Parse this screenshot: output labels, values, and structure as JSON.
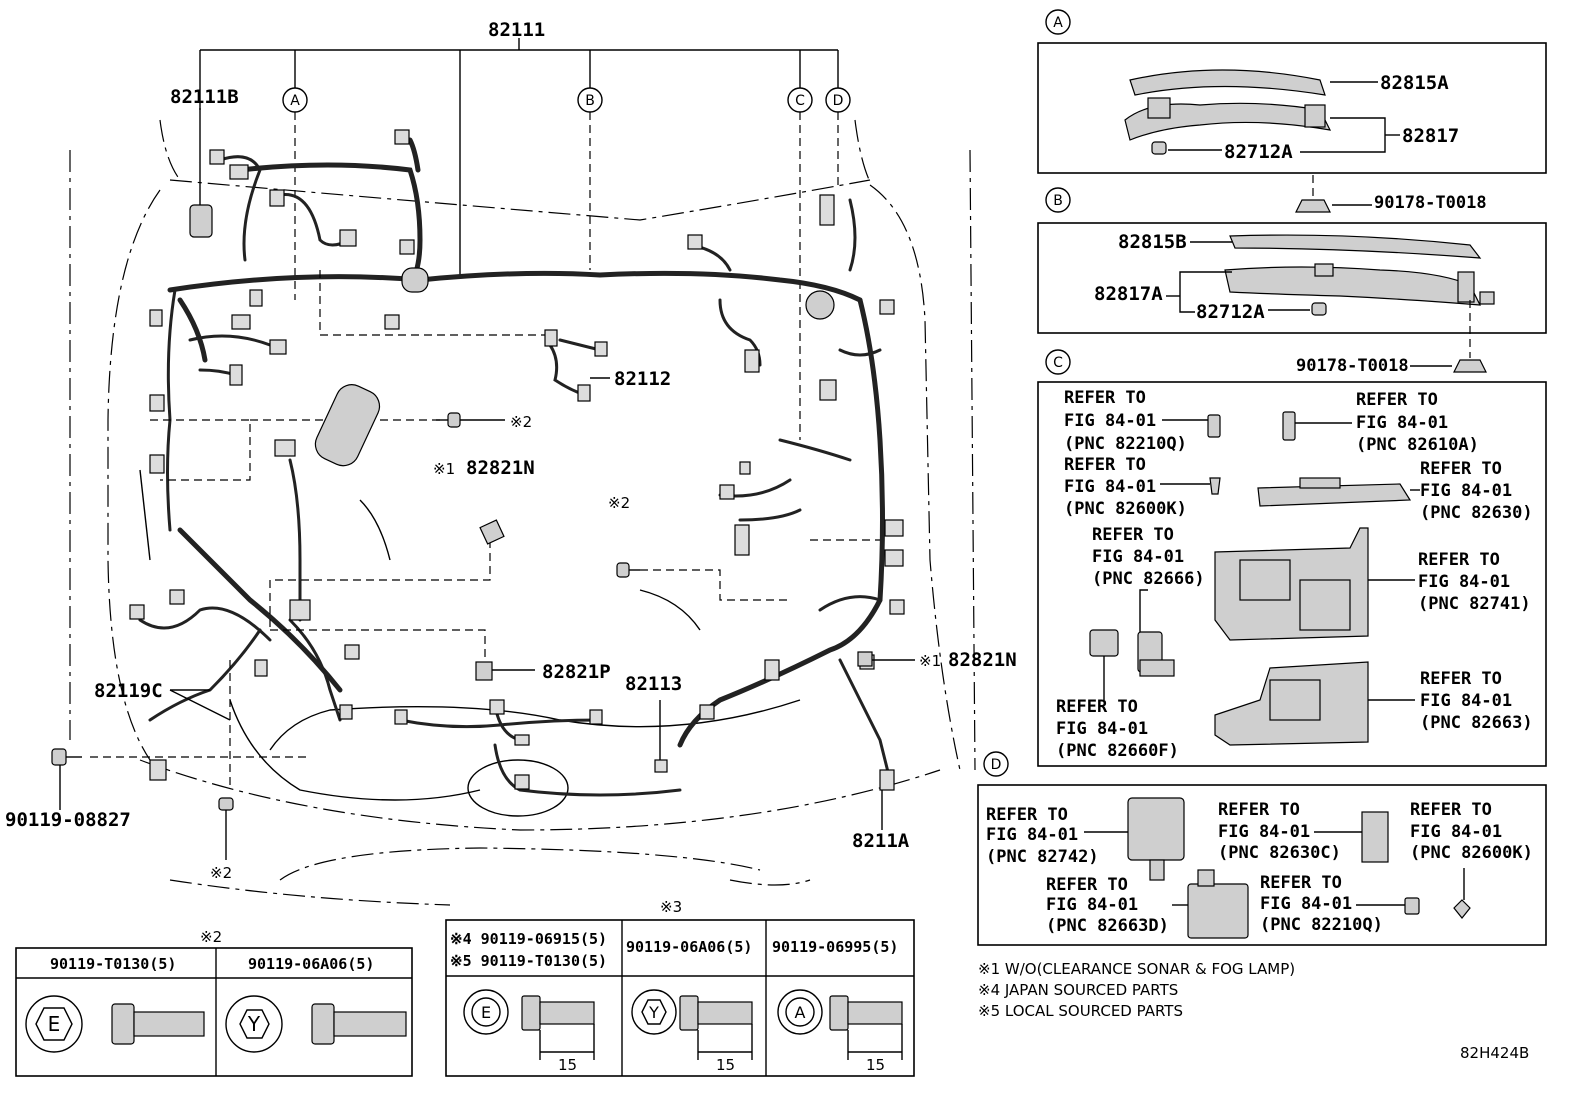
{
  "main": {
    "harness_label": "82111",
    "labels": {
      "p82111b": "82111B",
      "p82112": "82112",
      "p82821n_top": "82821N",
      "p82821n_top_mark": "※1",
      "p82821n_right": "82821N",
      "p82821n_right_mark": "※1",
      "p82821p": "82821P",
      "p82113": "82113",
      "p82119c": "82119C",
      "p8211a": "8211A",
      "p90119_08827": "90119-08827",
      "mark2_a": "※2",
      "mark2_b": "※2",
      "mark2_c": "※2"
    },
    "section_markers": [
      "A",
      "B",
      "C",
      "D"
    ]
  },
  "panel_a": {
    "marker": "A",
    "labels": [
      "82815A",
      "82817",
      "82712A"
    ],
    "clip": "90178-T0018"
  },
  "panel_b": {
    "marker": "B",
    "labels": [
      "82815B",
      "82817A",
      "82712A"
    ],
    "clip": "90178-T0018"
  },
  "panel_c": {
    "marker": "C",
    "refs": [
      {
        "line1": "REFER TO",
        "line2": "FIG 84-01",
        "line3": "(PNC 82210Q)"
      },
      {
        "line1": "REFER TO",
        "line2": "FIG 84-01",
        "line3": "(PNC 82610A)"
      },
      {
        "line1": "REFER TO",
        "line2": "FIG 84-01",
        "line3": "(PNC 82600K)"
      },
      {
        "line1": "REFER TO",
        "line2": "FIG 84-01",
        "line3": "(PNC 82630)"
      },
      {
        "line1": "REFER TO",
        "line2": "FIG 84-01",
        "line3": "(PNC 82666)"
      },
      {
        "line1": "REFER TO",
        "line2": "FIG 84-01",
        "line3": "(PNC 82741)"
      },
      {
        "line1": "REFER TO",
        "line2": "FIG 84-01",
        "line3": "(PNC 82660F)"
      },
      {
        "line1": "REFER TO",
        "line2": "FIG 84-01",
        "line3": "(PNC 82663)"
      }
    ]
  },
  "panel_d": {
    "marker": "D",
    "refs": [
      {
        "line1": "REFER TO",
        "line2": "FIG 84-01",
        "line3": "(PNC 82742)"
      },
      {
        "line1": "REFER TO",
        "line2": "FIG 84-01",
        "line3": "(PNC 82630C)"
      },
      {
        "line1": "REFER TO",
        "line2": "FIG 84-01",
        "line3": "(PNC 82600K)"
      },
      {
        "line1": "REFER TO",
        "line2": "FIG 84-01",
        "line3": "(PNC 82663D)"
      },
      {
        "line1": "REFER TO",
        "line2": "FIG 84-01",
        "line3": "(PNC 82210Q)"
      }
    ]
  },
  "notes": [
    "※1 W/O(CLEARANCE SONAR & FOG LAMP)",
    "※4 JAPAN SOURCED PARTS",
    "※5 LOCAL SOURCED PARTS"
  ],
  "bolt_table_2": {
    "mark": "※2",
    "cols": [
      {
        "pn": "90119-T0130(5)",
        "head": "E"
      },
      {
        "pn": "90119-06A06(5)",
        "head": "Y"
      }
    ]
  },
  "bolt_table_3": {
    "mark": "※3",
    "cols": [
      {
        "pn_line1": "※4 90119-06915(5)",
        "pn_line2": "※5 90119-T0130(5)",
        "head": "E",
        "len": "15"
      },
      {
        "pn_line1": "90119-06A06(5)",
        "head": "Y",
        "len": "15"
      },
      {
        "pn_line1": "90119-06995(5)",
        "head": "A",
        "len": "15"
      }
    ]
  },
  "figure_id": "82H424B"
}
